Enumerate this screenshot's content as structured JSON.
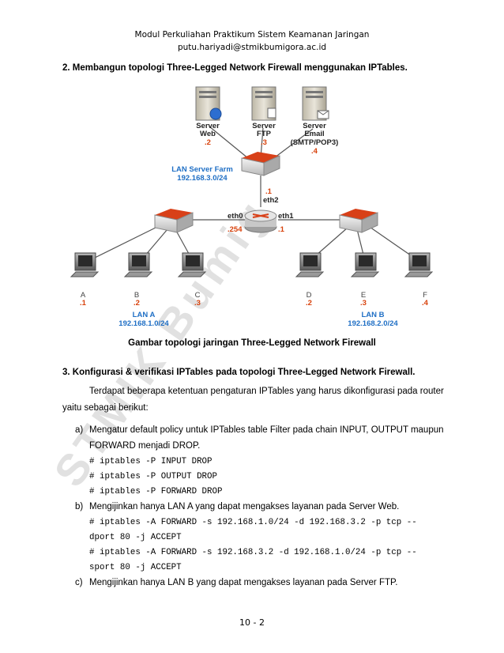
{
  "header": {
    "line1": "Modul Perkuliahan Praktikum Sistem Keamanan Jaringan",
    "line2": "putu.hariyadi@stmikbumigora.ac.id"
  },
  "section2_title": "2. Membangun topologi Three-Legged Network Firewall menggunakan IPTables.",
  "diagram": {
    "servers": [
      {
        "name": "Server",
        "sub": "Web",
        "sub2": "",
        "ip": ".2"
      },
      {
        "name": "Server",
        "sub": "FTP",
        "sub2": "",
        "ip": ".3"
      },
      {
        "name": "Server",
        "sub": "Email",
        "sub2": "(SMTP/POP3)",
        "ip": ".4"
      }
    ],
    "lan_server_farm": "LAN Server Farm",
    "lan_server_farm_net": "192.168.3.0/24",
    "router": {
      "eth2_ip": ".1",
      "eth2": "eth2",
      "eth0": "eth0",
      "eth0_ip": ".254",
      "eth1": "eth1",
      "eth1_ip": ".1"
    },
    "lan_a_hosts": [
      {
        "name": "A",
        "ip": ".1"
      },
      {
        "name": "B",
        "ip": ".2"
      },
      {
        "name": "C",
        "ip": ".3"
      }
    ],
    "lan_b_hosts": [
      {
        "name": "D",
        "ip": ".2"
      },
      {
        "name": "E",
        "ip": ".3"
      },
      {
        "name": "F",
        "ip": ".4"
      }
    ],
    "lan_a": "LAN A",
    "lan_a_net": "192.168.1.0/24",
    "lan_b": "LAN B",
    "lan_b_net": "192.168.2.0/24",
    "colors": {
      "label_blue": "#1f6fc5",
      "ip_orange": "#d8420c"
    }
  },
  "caption": "Gambar topologi jaringan Three-Legged Network Firewall",
  "section3_title": "3. Konfigurasi & verifikasi IPTables pada topologi Three-Legged Network Firewall.",
  "intro_line1": "Terdapat beberapa ketentuan pengaturan IPTables yang harus dikonfigurasi pada router",
  "intro_line2": "yaitu sebagai berikut:",
  "items": {
    "a_label": "a)",
    "a_line1": "Mengatur default policy untuk IPTables table Filter pada chain INPUT, OUTPUT maupun",
    "a_line2": "FORWARD menjadi DROP.",
    "a_cmd1": "# iptables -P INPUT DROP",
    "a_cmd2": "# iptables -P OUTPUT DROP",
    "a_cmd3": "# iptables -P FORWARD DROP",
    "b_label": "b)",
    "b_line1": "Mengijinkan hanya LAN A yang dapat mengakses layanan pada Server Web.",
    "b_cmd1": "# iptables -A FORWARD -s 192.168.1.0/24 -d 192.168.3.2 -p tcp --",
    "b_cmd2": "dport 80 -j ACCEPT",
    "b_cmd3": "# iptables -A FORWARD -s 192.168.3.2 -d 192.168.1.0/24 -p tcp --",
    "b_cmd4": "sport 80 -j ACCEPT",
    "c_label": "c)",
    "c_line1": "Mengijinkan hanya LAN B yang dapat mengakses layanan pada Server FTP."
  },
  "watermark": "STMIK Bumig",
  "footer": "10 - 2"
}
